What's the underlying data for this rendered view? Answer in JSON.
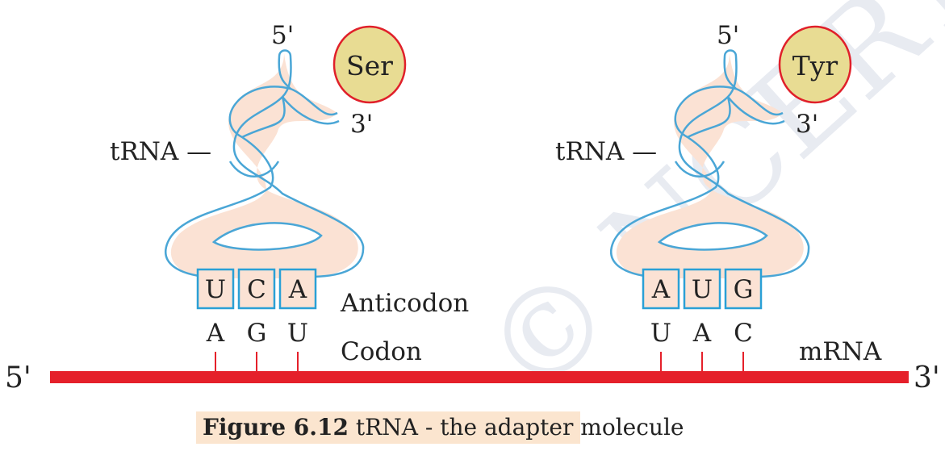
{
  "figure": {
    "number": "Figure 6.12",
    "title": "tRNA - the adapter molecule"
  },
  "watermark": "© NCERT not to be republished",
  "molecules": [
    {
      "label": "tRNA —",
      "amino_acid": "Ser",
      "five_prime": "5'",
      "three_prime": "3'",
      "anticodon": [
        "U",
        "C",
        "A"
      ],
      "codon": [
        "A",
        "G",
        "U"
      ]
    },
    {
      "label": "tRNA —",
      "amino_acid": "Tyr",
      "five_prime": "5'",
      "three_prime": "3'",
      "anticodon": [
        "A",
        "U",
        "G"
      ],
      "codon": [
        "U",
        "A",
        "C"
      ]
    }
  ],
  "labels": {
    "anticodon": "Anticodon",
    "codon": "Codon",
    "mrna": "mRNA",
    "mrna_five": "5'",
    "mrna_three": "3'"
  },
  "colors": {
    "backbone": "#4aa6d6",
    "body_fill": "#fbe2d4",
    "amino_acid_fill": "#e8dc93",
    "amino_acid_stroke": "#e0202a",
    "mrna": "#e5202a",
    "caption_bg": "#fbe5cf"
  }
}
